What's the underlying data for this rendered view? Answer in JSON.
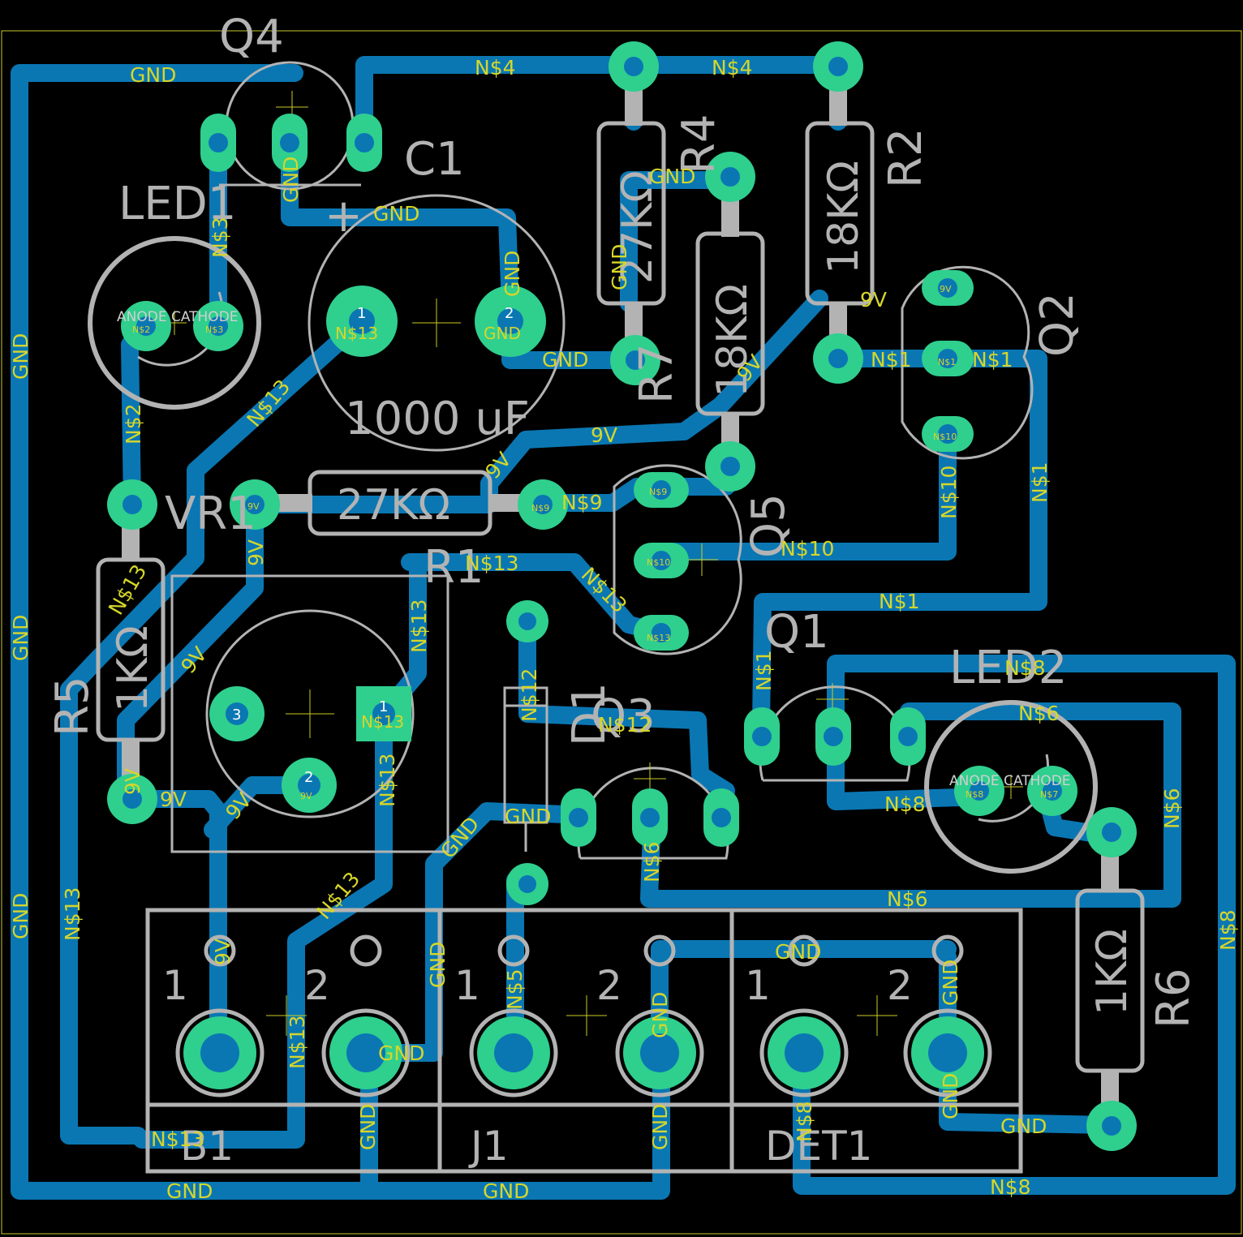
{
  "board": {
    "outline_color": "#c8c830",
    "trace_color": "#0a77b3",
    "pad_color": "#2fcf8e",
    "label_color": "#d6d62a",
    "silkscreen_color": "#b3b3b3"
  },
  "components": {
    "q4": "Q4",
    "c1": "C1",
    "c1_value": "1000 uF",
    "c1_plus": "+",
    "led1": "LED1",
    "r7": "R7",
    "r7_value": "27KΩ",
    "r4": "R4",
    "r4_value": "18KΩ",
    "r2": "R2",
    "r2_value": "18KΩ",
    "q2": "Q2",
    "vr1": "VR1",
    "r1": "R1",
    "r1_value": "27KΩ",
    "q5": "Q5",
    "r5": "R5",
    "r5_value": "1KΩ",
    "q1": "Q1",
    "led2": "LED2",
    "d1": "D1",
    "q3": "Q3",
    "r6": "R6",
    "r6_value": "1KΩ",
    "b1": "B1",
    "j1": "J1",
    "det1": "DET1",
    "anode_cathode": "ANODE CATHODE"
  },
  "nets": {
    "gnd": "GND",
    "n4": "N$4",
    "n13": "N$13",
    "n3": "N$3",
    "n2": "N$2",
    "n9": "N$9",
    "n1": "N$1",
    "n10": "N$10",
    "n12": "N$12",
    "n5": "N$5",
    "n6": "N$6",
    "n7": "N$7",
    "n8": "N$8",
    "v9": "9V"
  },
  "pins": {
    "p1": "1",
    "p2": "2",
    "p3": "3"
  }
}
